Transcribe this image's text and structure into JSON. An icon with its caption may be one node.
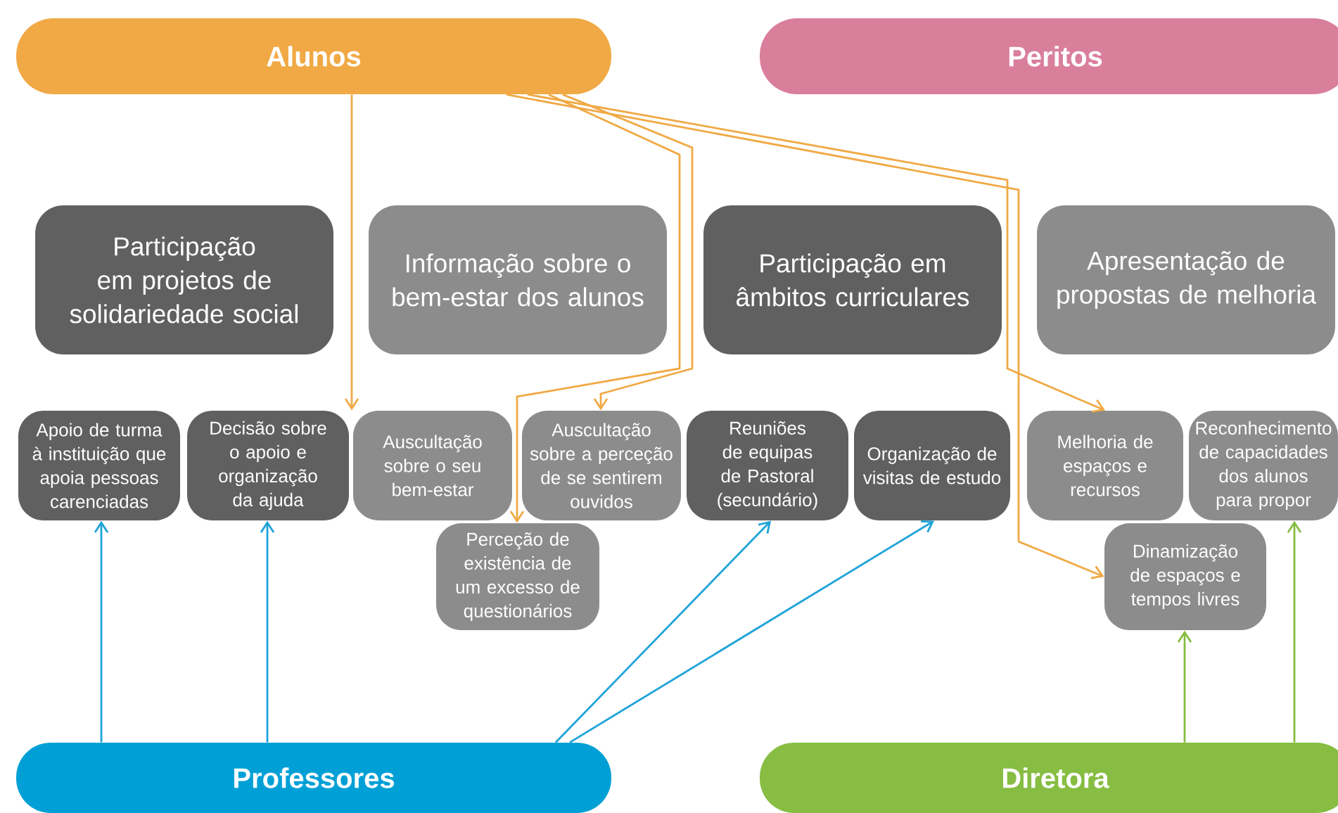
{
  "diagram": {
    "nodes": [
      {
        "text": [
          "Alunos"
        ]
      },
      {
        "text": [
          "Peritos"
        ]
      },
      {
        "text": [
          "Participação em projetos de solidariedade social"
        ]
      },
      {
        "text": [
          "Informação sobre o bem-estar dos alunos"
        ]
      },
      {
        "text": [
          "Participação em âmbitos curriculares"
        ]
      },
      {
        "text": [
          "Apresentação de propostas de melhoria"
        ]
      },
      {
        "text": [
          "Apoio de turma à instituição que apoia pessoas carenciadas"
        ]
      },
      {
        "text": [
          "Decisão sobre o apoio e organização da ajuda"
        ]
      },
      {
        "text": [
          "Auscultação sobre o seu bem-estar"
        ]
      },
      {
        "text": [
          "Auscultação sobre a perceção de se sentirem ouvidos"
        ]
      },
      {
        "text": [
          "Reuniões de equipas de Pastoral (secundário)"
        ]
      },
      {
        "text": [
          "Organização de visitas de estudo"
        ]
      },
      {
        "text": [
          "Melhoria de espaços e recursos"
        ]
      },
      {
        "text": [
          "Reconhecimento de capacidades dos alunos para propor"
        ]
      },
      {
        "text": [
          "Perceção de existência de um excesso de questionários"
        ]
      },
      {
        "text": [
          "Dinamização de espaços e tempos livres"
        ]
      },
      {
        "text": [
          "Professores"
        ]
      },
      {
        "text": [
          "Diretora"
        ]
      }
    ],
    "edges": [
      {
        "from": 0,
        "to": 8,
        "arrow": "to"
      },
      {
        "from": 0,
        "to": 14,
        "arrow": "to"
      },
      {
        "from": 0,
        "to": 9,
        "arrow": "to"
      },
      {
        "from": 0,
        "to": 15,
        "arrow": "to"
      },
      {
        "from": 0,
        "to": 12,
        "arrow": "to"
      },
      {
        "from": 16,
        "to": 6,
        "arrow": "to",
        "color": "#1ea3d8"
      },
      {
        "from": 16,
        "to": 7,
        "arrow": "to",
        "color": "#1ea3d8"
      },
      {
        "from": 16,
        "to": 10,
        "arrow": "to",
        "color": "#1ea3d8"
      },
      {
        "from": 16,
        "to": 11,
        "arrow": "to",
        "color": "#1ea3d8"
      },
      {
        "from": 17,
        "to": 15,
        "arrow": "to",
        "color": "#86bd42"
      },
      {
        "from": 17,
        "to": 13,
        "arrow": "to",
        "color": "#86bd42"
      }
    ]
  }
}
